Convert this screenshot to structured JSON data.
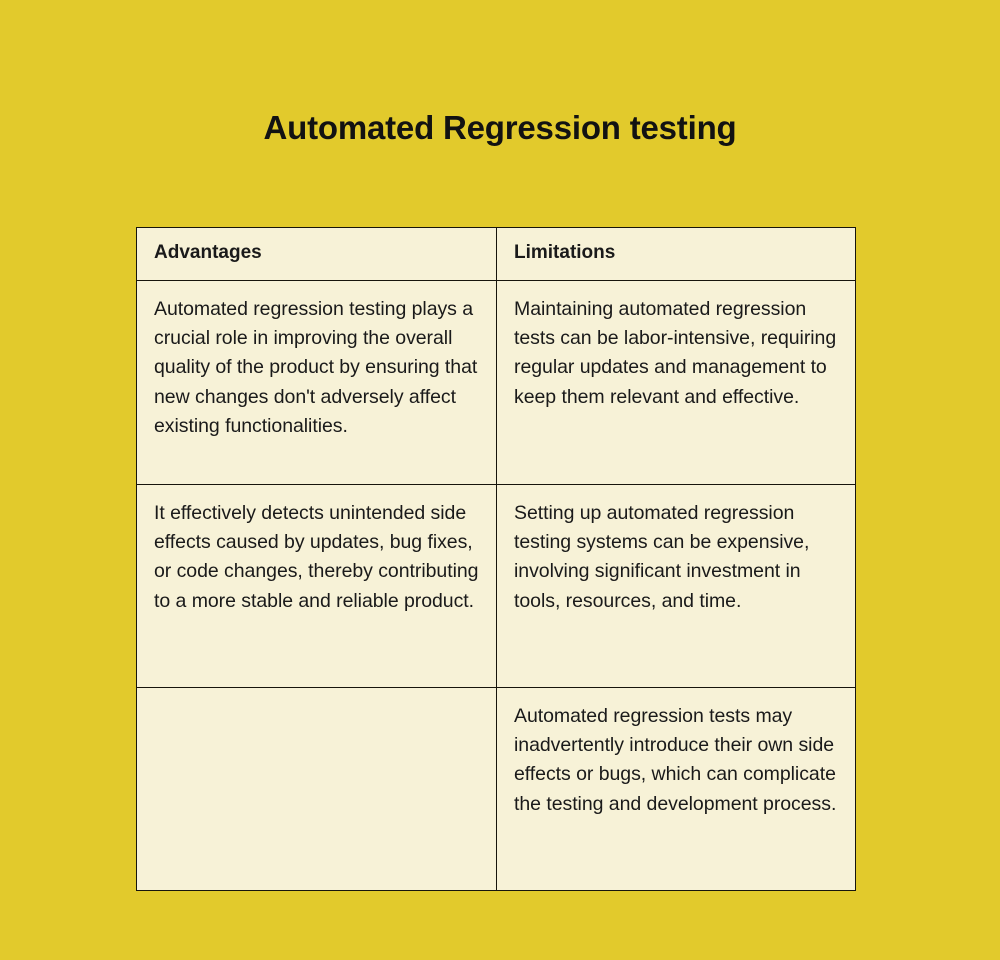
{
  "page": {
    "title": "Automated Regression testing",
    "background_color": "#e2ca2c",
    "text_color": "#1a1a1a",
    "cell_background_color": "#f7f2d7",
    "border_color": "#17150c"
  },
  "table": {
    "headers": {
      "advantages": "Advantages",
      "limitations": "Limitations"
    },
    "rows": [
      {
        "advantages": "Automated regression testing plays a crucial role in improving the overall quality of the product by ensuring that new changes don't adversely affect existing functionalities.",
        "limitations": "Maintaining automated regression tests can be labor-intensive, requiring regular updates and management to keep them relevant and effective."
      },
      {
        "advantages": "It effectively detects unintended side effects caused by updates, bug fixes, or code changes, thereby contributing to a more stable and reliable product.",
        "limitations": "Setting up automated regression testing systems can be expensive, involving significant investment in tools, resources, and time."
      },
      {
        "advantages": "",
        "limitations": "Automated regression tests may inadvertently introduce their own side effects or bugs, which can complicate the testing and development process."
      }
    ]
  }
}
